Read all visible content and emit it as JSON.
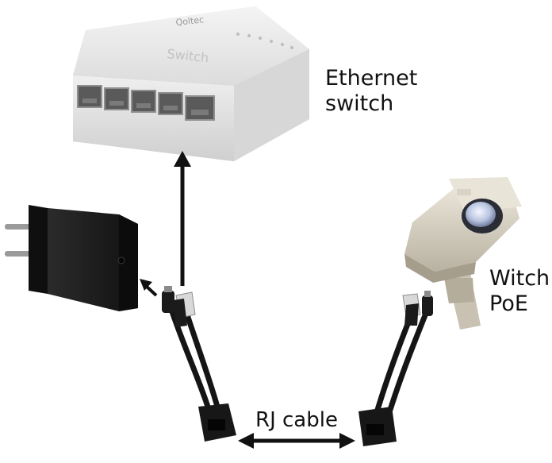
{
  "labels": {
    "switch_line1": "Ethernet",
    "switch_line2": "switch",
    "camera_line1": "Witch",
    "camera_line2": "PoE",
    "cable": "RJ cable"
  },
  "device_text": {
    "switch_brand": "Qoltec",
    "switch_model": "Switch"
  },
  "colors": {
    "arrow": "#111111",
    "switch_body": "#e9e9e9",
    "adapter_body": "#1c1c1c",
    "camera_body": "#d8d2c4",
    "cable": "#151515"
  }
}
